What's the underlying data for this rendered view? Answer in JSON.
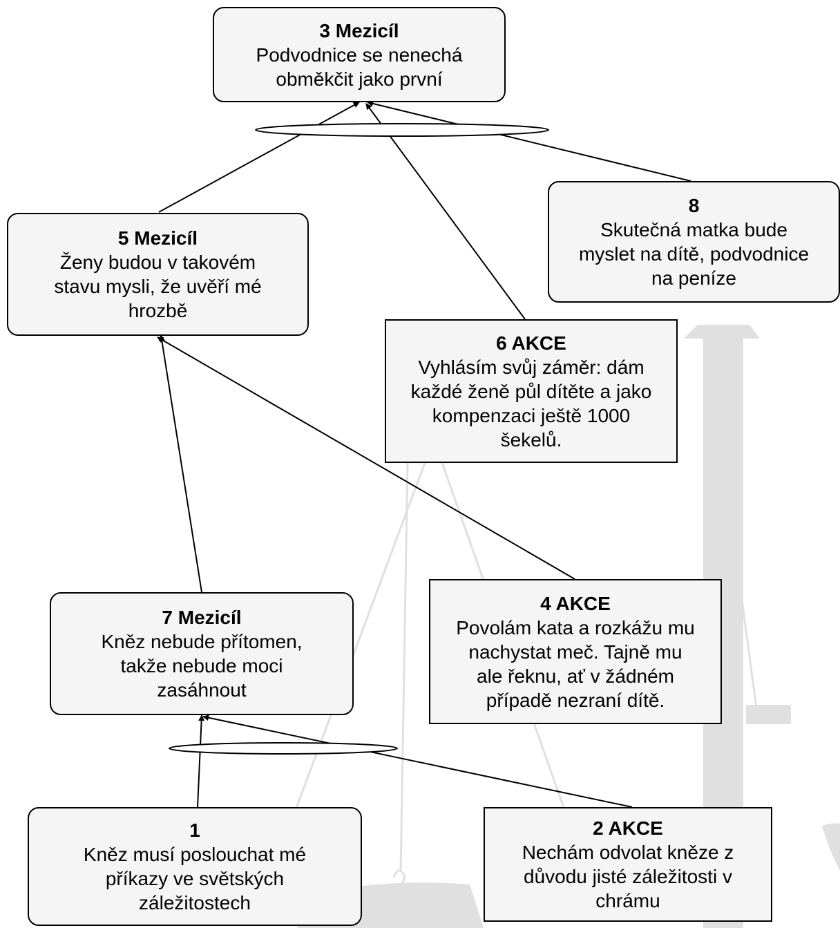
{
  "diagram": {
    "nodes": [
      {
        "id": "n3",
        "title": "3 Mezicíl",
        "text": "Podvodnice se nenechá\nobměkčit jako první"
      },
      {
        "id": "n8",
        "title": "8",
        "text": "Skutečná matka bude\nmyslet na dítě, podvodnice\nna peníze"
      },
      {
        "id": "n5",
        "title": "5 Mezicíl",
        "text": "Ženy budou v takovém\nstavu mysli, že uvěří mé\nhrozbě"
      },
      {
        "id": "n6",
        "title": "6 AKCE",
        "text": "Vyhlásím svůj záměr: dám\nkaždé ženě půl dítěte a jako\nkompenzaci ještě 1000\nšekelů."
      },
      {
        "id": "n7",
        "title": "7 Mezicíl",
        "text": "Kněz nebude přítomen,\ntakže nebude moci\nzasáhnout"
      },
      {
        "id": "n4",
        "title": "4 AKCE",
        "text": "Povolám kata a rozkážu mu\nnachystat meč. Tajně mu\nale řeknu, ať v žádném\npřípadě nezraní dítě."
      },
      {
        "id": "n1",
        "title": "1",
        "text": "Kněz musí poslouchat mé\npříkazy ve světských\nzáležitostech"
      },
      {
        "id": "n2",
        "title": "2 AKCE",
        "text": "Nechám odvolat kněze z\ndůvodu jisté záležitosti v\nchrámu"
      }
    ],
    "edges": [
      {
        "from": "n5",
        "to": "n3"
      },
      {
        "from": "n6",
        "to": "n3"
      },
      {
        "from": "n8",
        "to": "n3"
      },
      {
        "from": "n7",
        "to": "n5"
      },
      {
        "from": "n4",
        "to": "n5"
      },
      {
        "from": "n1",
        "to": "n7"
      },
      {
        "from": "n2",
        "to": "n7"
      }
    ],
    "and_connectors": [
      {
        "joins": [
          "n5",
          "n6",
          "n8"
        ],
        "target": "n3"
      },
      {
        "joins": [
          "n1",
          "n2"
        ],
        "target": "n7"
      }
    ],
    "colors": {
      "node_fill": "#f5f5f5",
      "stroke": "#000000",
      "watermark": "#e0e0e0"
    },
    "watermark": "scales-of-justice"
  }
}
